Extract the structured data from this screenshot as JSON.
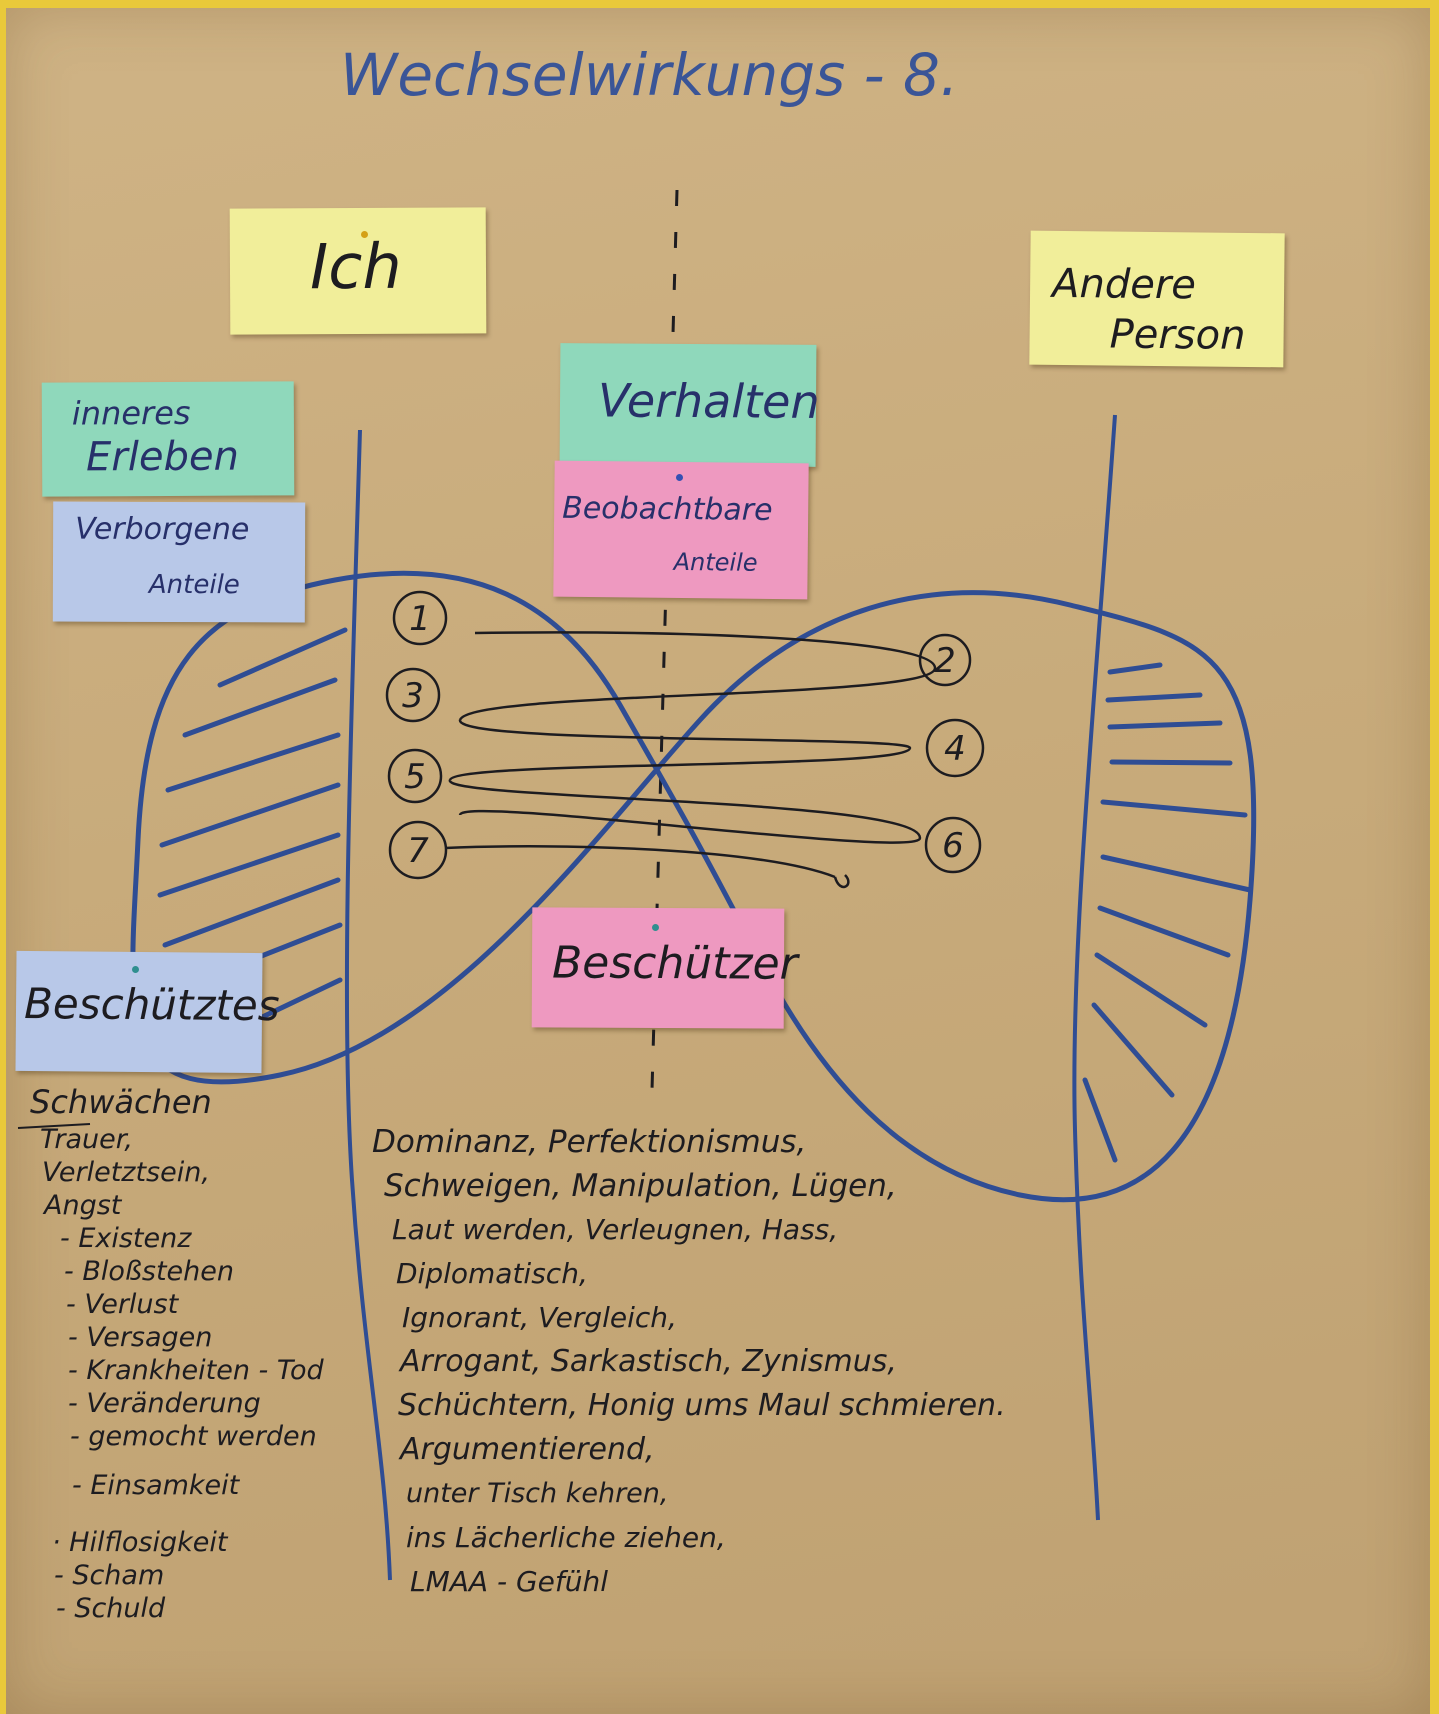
{
  "title": "Wechselwirkungs - 8.",
  "colors": {
    "paper": "#c9ac7d",
    "board_frame": "#e9c93a",
    "ink_blue": "#2f4d94",
    "ink_black": "#1d1c20",
    "note_yellow": "#f1ee9a",
    "note_green": "#8fd8bb",
    "note_pink": "#ee99c0",
    "note_blue": "#b8c8e8"
  },
  "notes": {
    "ich": "Ich",
    "andere": [
      "Andere",
      "Person"
    ],
    "inneres": [
      "inneres",
      "Erleben"
    ],
    "verborgene": [
      "Verborgene",
      "Anteile"
    ],
    "verhalten": "Verhalten",
    "beobachtbare": [
      "Beobachtbare",
      "Anteile"
    ],
    "beschuetzer": "Beschützer",
    "beschuetztes": "Beschütztes"
  },
  "loop_numbers": [
    "1",
    "2",
    "3",
    "4",
    "5",
    "6",
    "7"
  ],
  "left_list": {
    "heading": "Schwächen",
    "items": [
      "Trauer,",
      "Verletztsein,",
      "Angst",
      "- Existenz",
      "- Bloßstehen",
      "- Verlust",
      "- Versagen",
      "- Krankheiten - Tod",
      "- Veränderung",
      "- gemocht werden",
      "- Einsamkeit",
      "· Hilflosigkeit",
      "- Scham",
      "- Schuld"
    ]
  },
  "center_list": {
    "items": [
      "Dominanz, Perfektionismus,",
      "Schweigen, Manipulation, Lügen,",
      "Laut werden, Verleugnen, Hass,",
      "Diplomatisch,",
      "Ignorant, Vergleich,",
      "Arrogant, Sarkastisch, Zynismus,",
      "Schüchtern, Honig ums Maul schmieren.",
      "Argumentierend,",
      "unter Tisch kehren,",
      "ins Lächerliche ziehen,",
      "LMAA - Gefühl"
    ]
  }
}
